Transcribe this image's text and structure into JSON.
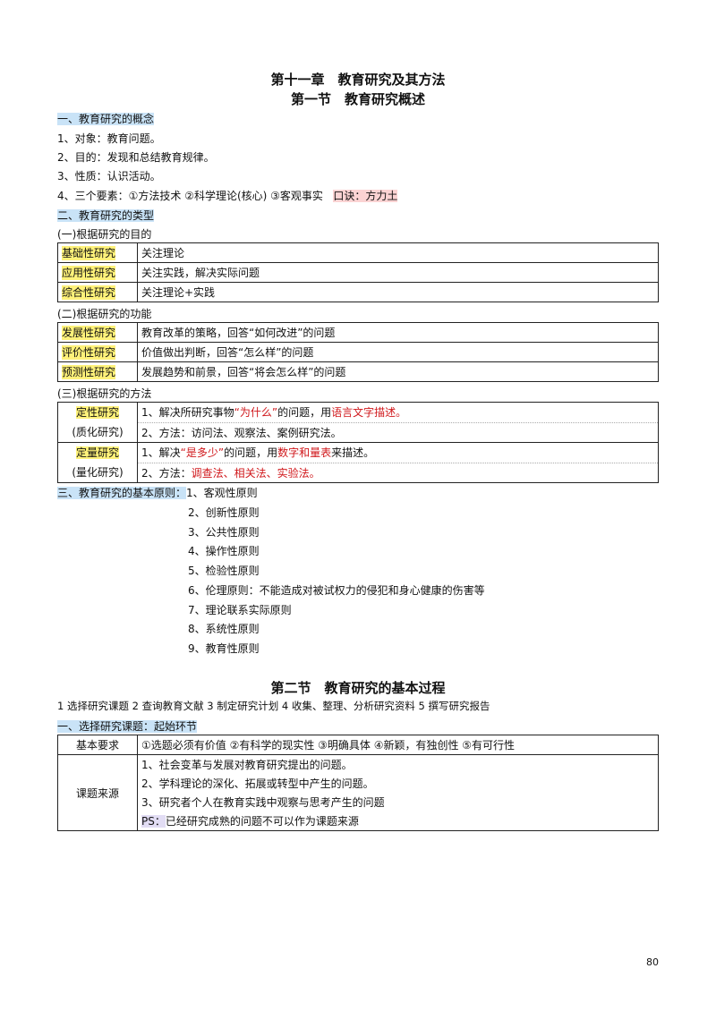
{
  "chapter_title": "第十一章　教育研究及其方法",
  "section1": {
    "title": "第一节　教育研究概述",
    "h1": "一、教育研究的概念",
    "concept_items": [
      "1、对象：教育问题。",
      "2、目的：发现和总结教育规律。",
      "3、性质：认识活动。"
    ],
    "elements_text": "4、三个要素：①方法技术 ②科学理论(核心) ③客观事实",
    "elements_mnemonic": "口诀：方力土",
    "h2": "二、教育研究的类型",
    "by_purpose": {
      "label": "(一)根据研究的目的",
      "rows": [
        {
          "name": "基础性研究",
          "desc": "关注理论"
        },
        {
          "name": "应用性研究",
          "desc": "关注实践，解决实际问题"
        },
        {
          "name": "综合性研究",
          "desc": "关注理论+实践"
        }
      ]
    },
    "by_function": {
      "label": "(二)根据研究的功能",
      "rows": [
        {
          "name": "发展性研究",
          "desc": "教育改革的策略，回答“如何改进”的问题"
        },
        {
          "name": "评价性研究",
          "desc": "价值做出判断，回答“怎么样”的问题"
        },
        {
          "name": "预测性研究",
          "desc": "发展趋势和前景，回答“将会怎么样”的问题"
        }
      ]
    },
    "by_method": {
      "label": "(三)根据研究的方法",
      "qualitative": {
        "name": "定性研究",
        "alias": "(质化研究)",
        "line1_a": "1、解决所研究事物",
        "line1_b": "“为什么”",
        "line1_c": "的问题，用",
        "line1_d": "语言文字描述。",
        "line2": "2、方法：访问法、观察法、案例研究法。"
      },
      "quantitative": {
        "name": "定量研究",
        "alias": "(量化研究)",
        "line1_a": "1、解决",
        "line1_b": "“是多少”",
        "line1_c": "的问题，用",
        "line1_d": "数字和量表",
        "line1_e": "来描述。",
        "line2_a": "2、方法：",
        "line2_b": "调查法、相关法、实验法。"
      }
    },
    "h3": "三、教育研究的基本原则：",
    "principles": [
      "1、客观性原则",
      "2、创新性原则",
      "3、公共性原则",
      "4、操作性原则",
      "5、检验性原则",
      "6、伦理原则：不能造成对被试权力的侵犯和身心健康的伤害等",
      "7、理论联系实际原则",
      "8、系统性原则",
      "9、教育性原则"
    ]
  },
  "section2": {
    "title": "第二节　教育研究的基本过程",
    "steps": "1 选择研究课题 2 查询教育文献 3 制定研究计划 4 收集、整理、分析研究资料 5 撰写研究报告",
    "h1": "一、选择研究课题：起始环节",
    "req_label": "基本要求",
    "req_text": "①选题必须有价值 ②有科学的现实性 ③明确具体 ④新颖，有独创性 ⑤有可行性",
    "source_label": "课题来源",
    "sources": [
      "1、社会变革与发展对教育研究提出的问题。",
      "2、学科理论的深化、拓展或转型中产生的问题。",
      "3、研究者个人在教育实践中观察与思考产生的问题"
    ],
    "ps_label": "PS：",
    "ps_text": "已经研究成熟的问题不可以作为课题来源"
  },
  "page_number": "80"
}
